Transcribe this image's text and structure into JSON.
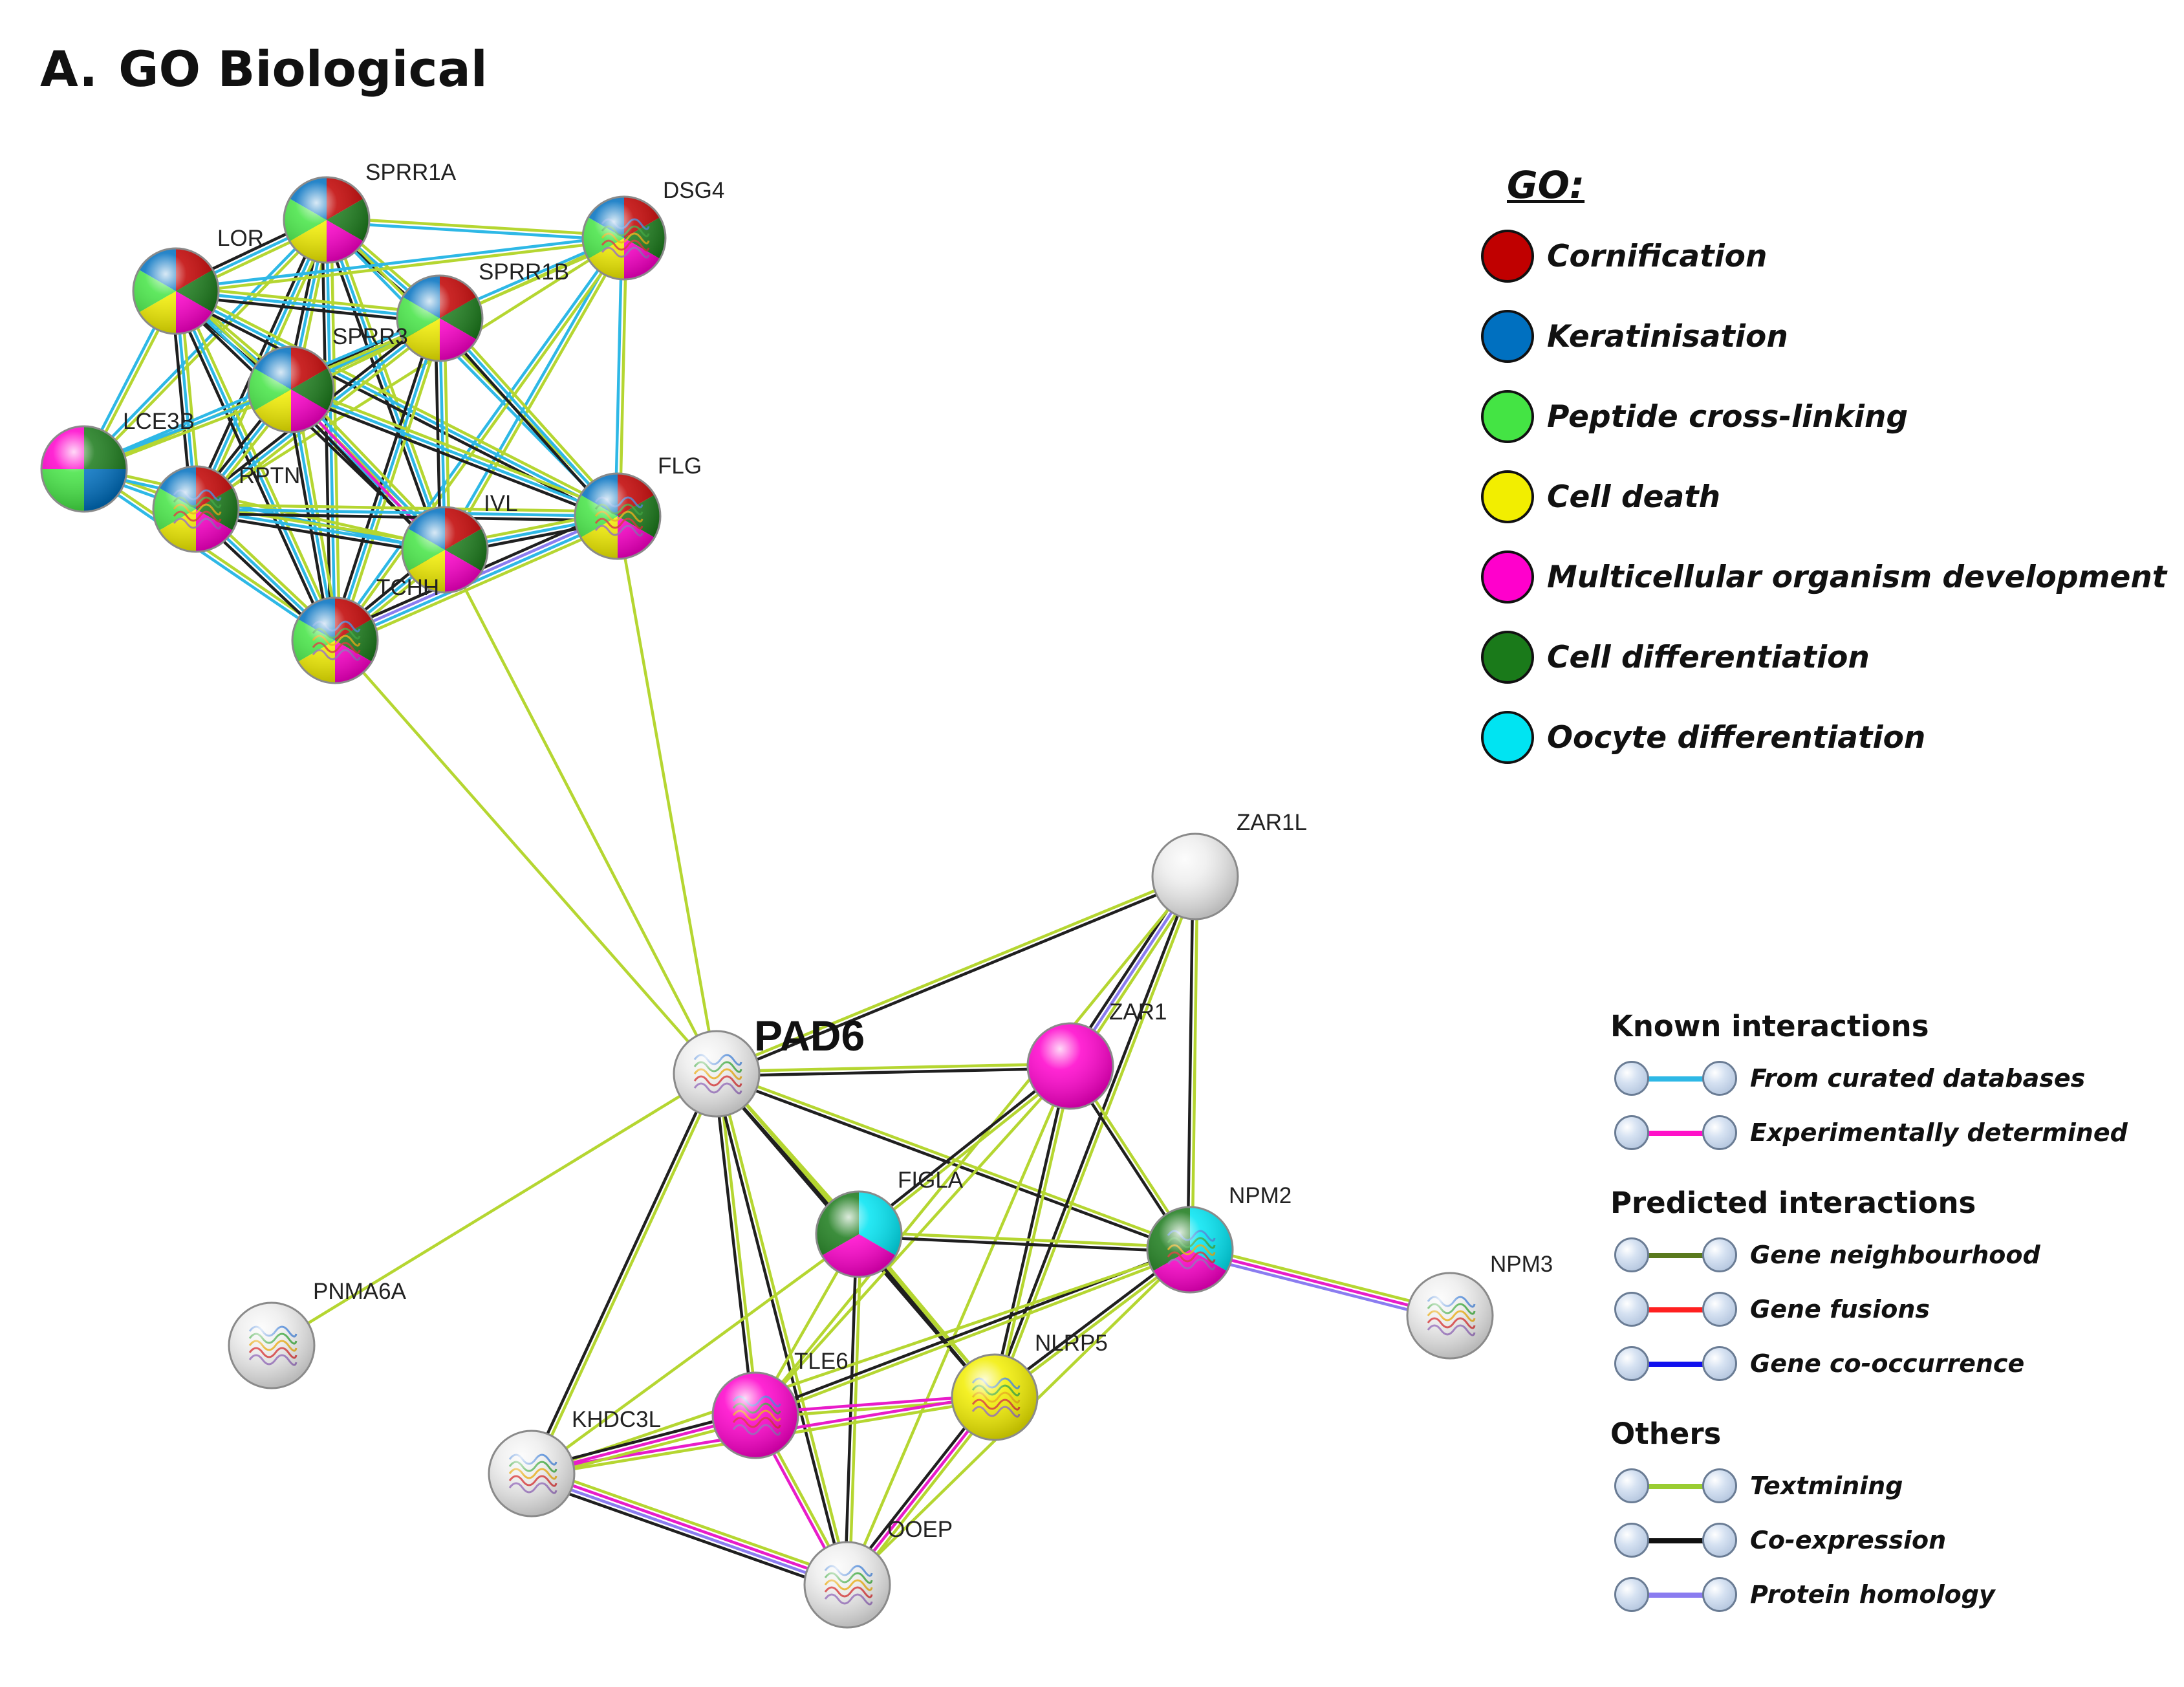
{
  "panel": {
    "letter": "A.",
    "title": "GO Biological"
  },
  "go_legend": {
    "heading": "GO:",
    "items": [
      {
        "label": "Cornification",
        "color": "#c00000"
      },
      {
        "label": "Keratinisation",
        "color": "#0070c0"
      },
      {
        "label": "Peptide cross-linking",
        "color": "#44e444"
      },
      {
        "label": "Cell death",
        "color": "#f2ee00"
      },
      {
        "label": "Multicellular organism  development",
        "color": "#ff00cc"
      },
      {
        "label": "Cell differentiation",
        "color": "#1a7a1a"
      },
      {
        "label": "Oocyte differentiation",
        "color": "#00e4f2"
      }
    ]
  },
  "interaction_legend": {
    "groups": [
      {
        "heading": "Known interactions",
        "items": [
          {
            "label": "From curated databases",
            "color": "#2eb8e6"
          },
          {
            "label": "Experimentally  determined",
            "color": "#ff10c8"
          }
        ]
      },
      {
        "heading": "Predicted interactions",
        "items": [
          {
            "label": "Gene neighbourhood",
            "color": "#5a7a1e"
          },
          {
            "label": "Gene fusions",
            "color": "#ff2020"
          },
          {
            "label": "Gene co-occurrence",
            "color": "#1010ee"
          }
        ]
      },
      {
        "heading": "Others",
        "items": [
          {
            "label": "Textmining",
            "color": "#9acd32"
          },
          {
            "label": "Co-expression",
            "color": "#111111"
          },
          {
            "label": "Protein homology",
            "color": "#8a7cf0"
          }
        ]
      }
    ]
  },
  "network": {
    "nodes": [
      {
        "id": "SPRR1A",
        "label": "SPRR1A",
        "colors": [
          "#c00000",
          "#1a7a1a",
          "#ff00cc",
          "#f2ee00",
          "#44e444",
          "#0070c0"
        ]
      },
      {
        "id": "DSG4",
        "label": "DSG4",
        "colors": [
          "#c00000",
          "#1a7a1a",
          "#ff00cc",
          "#f2ee00",
          "#44e444",
          "#0070c0"
        ],
        "structure": true
      },
      {
        "id": "LOR",
        "label": "LOR",
        "colors": [
          "#c00000",
          "#1a7a1a",
          "#ff00cc",
          "#f2ee00",
          "#44e444",
          "#0070c0"
        ]
      },
      {
        "id": "SPRR1B",
        "label": "SPRR1B",
        "colors": [
          "#c00000",
          "#1a7a1a",
          "#ff00cc",
          "#f2ee00",
          "#44e444",
          "#0070c0"
        ]
      },
      {
        "id": "SPRR3",
        "label": "SPRR3",
        "colors": [
          "#c00000",
          "#1a7a1a",
          "#ff00cc",
          "#f2ee00",
          "#44e444",
          "#0070c0"
        ]
      },
      {
        "id": "LCE3B",
        "label": "LCE3B",
        "colors": [
          "#1a7a1a",
          "#0070c0",
          "#44e444",
          "#ff00cc"
        ]
      },
      {
        "id": "RPTN",
        "label": "RPTN",
        "colors": [
          "#c00000",
          "#1a7a1a",
          "#ff00cc",
          "#f2ee00",
          "#44e444",
          "#0070c0"
        ],
        "structure": true
      },
      {
        "id": "IVL",
        "label": "IVL",
        "colors": [
          "#c00000",
          "#1a7a1a",
          "#ff00cc",
          "#f2ee00",
          "#44e444",
          "#0070c0"
        ]
      },
      {
        "id": "FLG",
        "label": "FLG",
        "colors": [
          "#c00000",
          "#1a7a1a",
          "#ff00cc",
          "#f2ee00",
          "#44e444",
          "#0070c0"
        ],
        "structure": true
      },
      {
        "id": "TCHH",
        "label": "TCHH",
        "colors": [
          "#c00000",
          "#1a7a1a",
          "#ff00cc",
          "#f2ee00",
          "#44e444",
          "#0070c0"
        ],
        "structure": true
      },
      {
        "id": "ZAR1L",
        "label": "ZAR1L",
        "colors": [
          "#eeeeee"
        ]
      },
      {
        "id": "PADI6",
        "label": "PAD6",
        "colors": [
          "#eeeeee"
        ],
        "structure": true,
        "big": true
      },
      {
        "id": "ZAR1",
        "label": "ZAR1",
        "colors": [
          "#ff00cc"
        ]
      },
      {
        "id": "FIGLA",
        "label": "FIGLA",
        "colors": [
          "#00e4f2",
          "#ff00cc",
          "#1a7a1a"
        ]
      },
      {
        "id": "NPM2",
        "label": "NPM2",
        "colors": [
          "#00e4f2",
          "#ff00cc",
          "#1a7a1a"
        ],
        "structure": true
      },
      {
        "id": "NPM3",
        "label": "NPM3",
        "colors": [
          "#eeeeee"
        ],
        "structure": true
      },
      {
        "id": "PNMA6A",
        "label": "PNMA6A",
        "colors": [
          "#eeeeee"
        ],
        "structure": true
      },
      {
        "id": "TLE6",
        "label": "TLE6",
        "colors": [
          "#ff00cc"
        ],
        "structure": true
      },
      {
        "id": "NLRP5",
        "label": "NLRP5",
        "colors": [
          "#f2ee00"
        ],
        "structure": true
      },
      {
        "id": "KHDC3L",
        "label": "KHDC3L",
        "colors": [
          "#eeeeee"
        ],
        "structure": true
      },
      {
        "id": "OOEP",
        "label": "OOEP",
        "colors": [
          "#eeeeee"
        ],
        "structure": true
      }
    ],
    "edges": [
      {
        "from": "PADI6",
        "to": "TCHH",
        "types": [
          "textmining"
        ]
      },
      {
        "from": "PADI6",
        "to": "IVL",
        "types": [
          "textmining"
        ]
      },
      {
        "from": "PADI6",
        "to": "FLG",
        "types": [
          "textmining"
        ]
      },
      {
        "from": "PADI6",
        "to": "PNMA6A",
        "types": [
          "textmining"
        ]
      },
      {
        "from": "PADI6",
        "to": "ZAR1L",
        "types": [
          "textmining",
          "coexpression"
        ]
      },
      {
        "from": "PADI6",
        "to": "ZAR1",
        "types": [
          "textmining",
          "coexpression"
        ]
      },
      {
        "from": "PADI6",
        "to": "FIGLA",
        "types": [
          "textmining",
          "coexpression"
        ]
      },
      {
        "from": "PADI6",
        "to": "NPM2",
        "types": [
          "textmining",
          "coexpression"
        ]
      },
      {
        "from": "PADI6",
        "to": "TLE6",
        "types": [
          "textmining",
          "coexpression"
        ]
      },
      {
        "from": "PADI6",
        "to": "NLRP5",
        "types": [
          "textmining",
          "coexpression"
        ]
      },
      {
        "from": "PADI6",
        "to": "KHDC3L",
        "types": [
          "textmining",
          "coexpression"
        ]
      },
      {
        "from": "PADI6",
        "to": "OOEP",
        "types": [
          "textmining",
          "coexpression"
        ]
      },
      {
        "from": "ZAR1L",
        "to": "ZAR1",
        "types": [
          "textmining",
          "homology",
          "coexpression"
        ]
      },
      {
        "from": "ZAR1L",
        "to": "NPM2",
        "types": [
          "textmining",
          "coexpression"
        ]
      },
      {
        "from": "ZAR1L",
        "to": "NLRP5",
        "types": [
          "textmining",
          "coexpression"
        ]
      },
      {
        "from": "ZAR1L",
        "to": "TLE6",
        "types": [
          "textmining"
        ]
      },
      {
        "from": "ZAR1",
        "to": "NPM2",
        "types": [
          "textmining",
          "coexpression"
        ]
      },
      {
        "from": "ZAR1",
        "to": "FIGLA",
        "types": [
          "textmining",
          "coexpression"
        ]
      },
      {
        "from": "ZAR1",
        "to": "NLRP5",
        "types": [
          "textmining",
          "coexpression"
        ]
      },
      {
        "from": "ZAR1",
        "to": "TLE6",
        "types": [
          "textmining"
        ]
      },
      {
        "from": "ZAR1",
        "to": "OOEP",
        "types": [
          "textmining"
        ]
      },
      {
        "from": "FIGLA",
        "to": "NPM2",
        "types": [
          "textmining",
          "coexpression"
        ]
      },
      {
        "from": "FIGLA",
        "to": "NLRP5",
        "types": [
          "textmining",
          "coexpression"
        ]
      },
      {
        "from": "FIGLA",
        "to": "TLE6",
        "types": [
          "textmining"
        ]
      },
      {
        "from": "FIGLA",
        "to": "OOEP",
        "types": [
          "textmining",
          "coexpression"
        ]
      },
      {
        "from": "FIGLA",
        "to": "KHDC3L",
        "types": [
          "textmining"
        ]
      },
      {
        "from": "NPM2",
        "to": "NPM3",
        "types": [
          "textmining",
          "experimental",
          "homology"
        ]
      },
      {
        "from": "NPM2",
        "to": "NLRP5",
        "types": [
          "textmining",
          "coexpression"
        ]
      },
      {
        "from": "NPM2",
        "to": "TLE6",
        "types": [
          "textmining",
          "coexpression"
        ]
      },
      {
        "from": "NPM2",
        "to": "KHDC3L",
        "types": [
          "textmining"
        ]
      },
      {
        "from": "NPM2",
        "to": "OOEP",
        "types": [
          "textmining"
        ]
      },
      {
        "from": "NLRP5",
        "to": "TLE6",
        "types": [
          "textmining",
          "experimental"
        ]
      },
      {
        "from": "NLRP5",
        "to": "KHDC3L",
        "types": [
          "textmining",
          "experimental"
        ]
      },
      {
        "from": "NLRP5",
        "to": "OOEP",
        "types": [
          "textmining",
          "experimental",
          "coexpression"
        ]
      },
      {
        "from": "TLE6",
        "to": "KHDC3L",
        "types": [
          "textmining",
          "experimental",
          "coexpression"
        ]
      },
      {
        "from": "TLE6",
        "to": "OOEP",
        "types": [
          "textmining",
          "experimental"
        ]
      },
      {
        "from": "KHDC3L",
        "to": "OOEP",
        "types": [
          "textmining",
          "experimental",
          "homology",
          "coexpression"
        ]
      },
      {
        "from": "SPRR1A",
        "to": "DSG4",
        "types": [
          "textmining",
          "curated"
        ]
      },
      {
        "from": "SPRR1A",
        "to": "LOR",
        "types": [
          "textmining",
          "curated",
          "coexpression"
        ]
      },
      {
        "from": "SPRR1A",
        "to": "SPRR1B",
        "types": [
          "textmining",
          "curated",
          "coexpression"
        ]
      },
      {
        "from": "SPRR1A",
        "to": "SPRR3",
        "types": [
          "textmining",
          "curated",
          "coexpression"
        ]
      },
      {
        "from": "SPRR1A",
        "to": "LCE3B",
        "types": [
          "textmining",
          "curated"
        ]
      },
      {
        "from": "SPRR1A",
        "to": "RPTN",
        "types": [
          "textmining",
          "curated",
          "coexpression"
        ]
      },
      {
        "from": "SPRR1A",
        "to": "IVL",
        "types": [
          "textmining",
          "curated",
          "coexpression"
        ]
      },
      {
        "from": "SPRR1A",
        "to": "FLG",
        "types": [
          "textmining",
          "curated"
        ]
      },
      {
        "from": "SPRR1A",
        "to": "TCHH",
        "types": [
          "textmining",
          "curated",
          "coexpression"
        ]
      },
      {
        "from": "DSG4",
        "to": "LOR",
        "types": [
          "textmining",
          "curated"
        ]
      },
      {
        "from": "DSG4",
        "to": "SPRR1B",
        "types": [
          "textmining",
          "curated"
        ]
      },
      {
        "from": "DSG4",
        "to": "SPRR3",
        "types": [
          "textmining"
        ]
      },
      {
        "from": "DSG4",
        "to": "IVL",
        "types": [
          "textmining",
          "curated"
        ]
      },
      {
        "from": "DSG4",
        "to": "FLG",
        "types": [
          "textmining",
          "curated"
        ]
      },
      {
        "from": "DSG4",
        "to": "TCHH",
        "types": [
          "textmining",
          "curated"
        ]
      },
      {
        "from": "DSG4",
        "to": "RPTN",
        "types": [
          "textmining"
        ]
      },
      {
        "from": "LOR",
        "to": "SPRR1B",
        "types": [
          "textmining",
          "curated",
          "coexpression"
        ]
      },
      {
        "from": "LOR",
        "to": "SPRR3",
        "types": [
          "textmining",
          "curated",
          "coexpression"
        ]
      },
      {
        "from": "LOR",
        "to": "LCE3B",
        "types": [
          "textmining",
          "curated"
        ]
      },
      {
        "from": "LOR",
        "to": "RPTN",
        "types": [
          "textmining",
          "curated",
          "coexpression"
        ]
      },
      {
        "from": "LOR",
        "to": "IVL",
        "types": [
          "textmining",
          "curated",
          "coexpression"
        ]
      },
      {
        "from": "LOR",
        "to": "FLG",
        "types": [
          "textmining",
          "curated",
          "coexpression"
        ]
      },
      {
        "from": "LOR",
        "to": "TCHH",
        "types": [
          "textmining",
          "curated",
          "coexpression"
        ]
      },
      {
        "from": "SPRR1B",
        "to": "SPRR3",
        "types": [
          "textmining",
          "curated",
          "coexpression"
        ]
      },
      {
        "from": "SPRR1B",
        "to": "LCE3B",
        "types": [
          "textmining",
          "curated"
        ]
      },
      {
        "from": "SPRR1B",
        "to": "RPTN",
        "types": [
          "textmining",
          "curated",
          "coexpression"
        ]
      },
      {
        "from": "SPRR1B",
        "to": "IVL",
        "types": [
          "textmining",
          "curated",
          "coexpression"
        ]
      },
      {
        "from": "SPRR1B",
        "to": "FLG",
        "types": [
          "textmining",
          "curated",
          "coexpression"
        ]
      },
      {
        "from": "SPRR1B",
        "to": "TCHH",
        "types": [
          "textmining",
          "curated",
          "coexpression"
        ]
      },
      {
        "from": "SPRR3",
        "to": "LCE3B",
        "types": [
          "textmining",
          "curated"
        ]
      },
      {
        "from": "SPRR3",
        "to": "RPTN",
        "types": [
          "textmining",
          "curated",
          "coexpression"
        ]
      },
      {
        "from": "SPRR3",
        "to": "IVL",
        "types": [
          "textmining",
          "curated",
          "experimental",
          "coexpression"
        ]
      },
      {
        "from": "SPRR3",
        "to": "FLG",
        "types": [
          "textmining",
          "curated",
          "coexpression"
        ]
      },
      {
        "from": "SPRR3",
        "to": "TCHH",
        "types": [
          "textmining",
          "curated",
          "coexpression"
        ]
      },
      {
        "from": "LCE3B",
        "to": "RPTN",
        "types": [
          "textmining",
          "curated"
        ]
      },
      {
        "from": "LCE3B",
        "to": "IVL",
        "types": [
          "textmining",
          "curated"
        ]
      },
      {
        "from": "LCE3B",
        "to": "TCHH",
        "types": [
          "textmining",
          "curated"
        ]
      },
      {
        "from": "RPTN",
        "to": "IVL",
        "types": [
          "textmining",
          "curated",
          "coexpression"
        ]
      },
      {
        "from": "RPTN",
        "to": "FLG",
        "types": [
          "textmining",
          "curated",
          "coexpression"
        ]
      },
      {
        "from": "RPTN",
        "to": "TCHH",
        "types": [
          "textmining",
          "curated",
          "coexpression"
        ]
      },
      {
        "from": "IVL",
        "to": "FLG",
        "types": [
          "textmining",
          "curated",
          "coexpression"
        ]
      },
      {
        "from": "IVL",
        "to": "TCHH",
        "types": [
          "textmining",
          "curated",
          "coexpression"
        ]
      },
      {
        "from": "FLG",
        "to": "TCHH",
        "types": [
          "textmining",
          "curated",
          "homology",
          "coexpression"
        ]
      }
    ]
  }
}
